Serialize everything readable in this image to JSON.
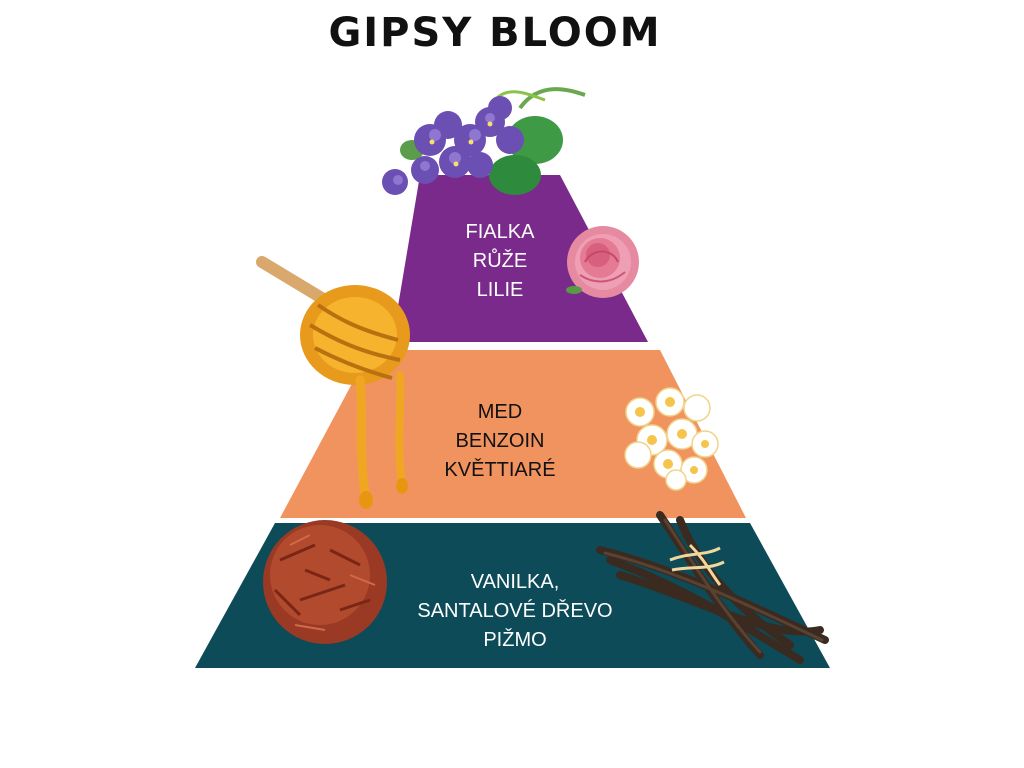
{
  "title": "GIPSY BLOOM",
  "tiers": {
    "top": {
      "color": "#7a2a8a",
      "notes": [
        "FIALKA",
        "RŮŽE",
        "LILIE"
      ]
    },
    "middle": {
      "color": "#f0935f",
      "notes": [
        "MED",
        "BENZOIN",
        "KVĚTTIARÉ"
      ]
    },
    "base": {
      "color": "#0d4b58",
      "notes": [
        "VANILKA,",
        "SANTALOVÉ DŘEVO",
        "PIŽMO"
      ]
    }
  },
  "illustrations": [
    "violet-flowers",
    "rose",
    "honey-dipper",
    "frangipani-flowers",
    "sandalwood-chips",
    "vanilla-pods"
  ]
}
